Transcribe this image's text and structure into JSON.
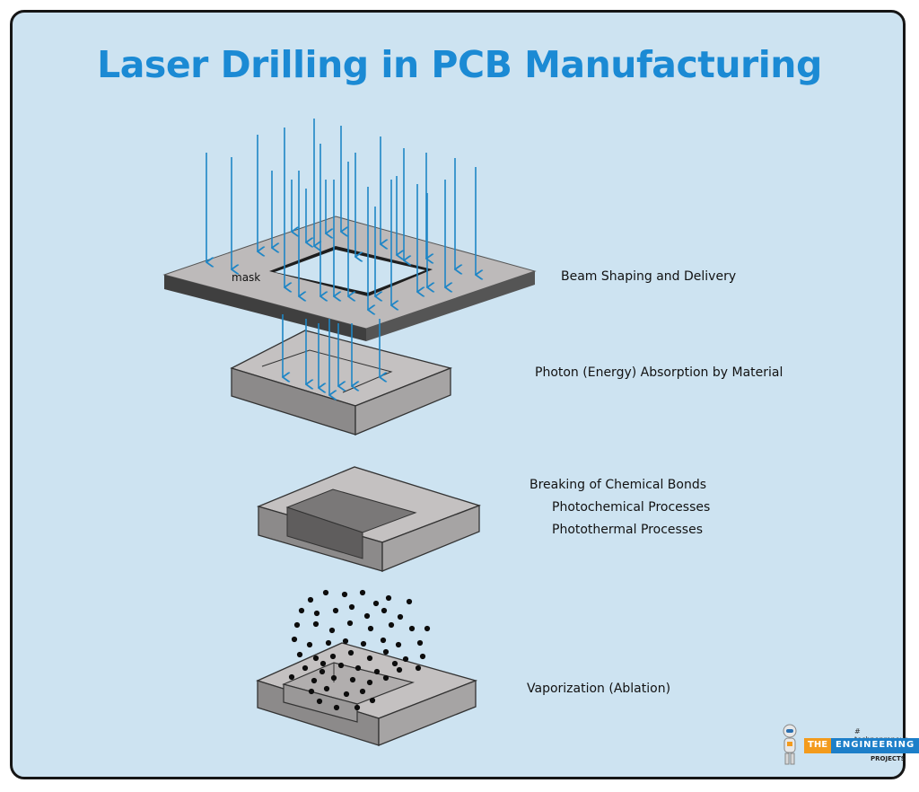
{
  "title": "Laser Drilling in PCB Manufacturing",
  "mask_label": "mask",
  "stages": [
    {
      "label": "Beam Shaping and Delivery"
    },
    {
      "label": "Photon (Energy) Absorption by Material"
    },
    {
      "label": "Breaking of Chemical Bonds",
      "sub": [
        "Photochemical Processes",
        "Photothermal Processes"
      ]
    },
    {
      "label": "Vaporization (Ablation)"
    }
  ],
  "logo": {
    "tagline": "# technopreneur",
    "the": "THE",
    "name": "ENGINEERING",
    "projects": "PROJECTS"
  },
  "colors": {
    "background": "#cde3f1",
    "title": "#1b8ad4",
    "arrow": "#1e86c6",
    "slab_top": "#bdbaba",
    "slab_side": "#8c8a8a",
    "cavity": "#6e6c6c"
  }
}
